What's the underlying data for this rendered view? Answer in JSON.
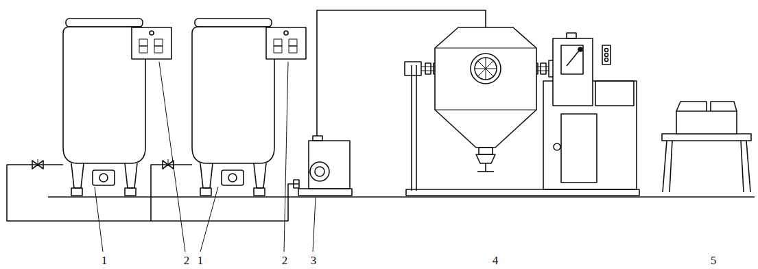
{
  "diagram": {
    "labels": [
      "1",
      "2",
      "1",
      "2",
      "3",
      "4",
      "5"
    ]
  }
}
